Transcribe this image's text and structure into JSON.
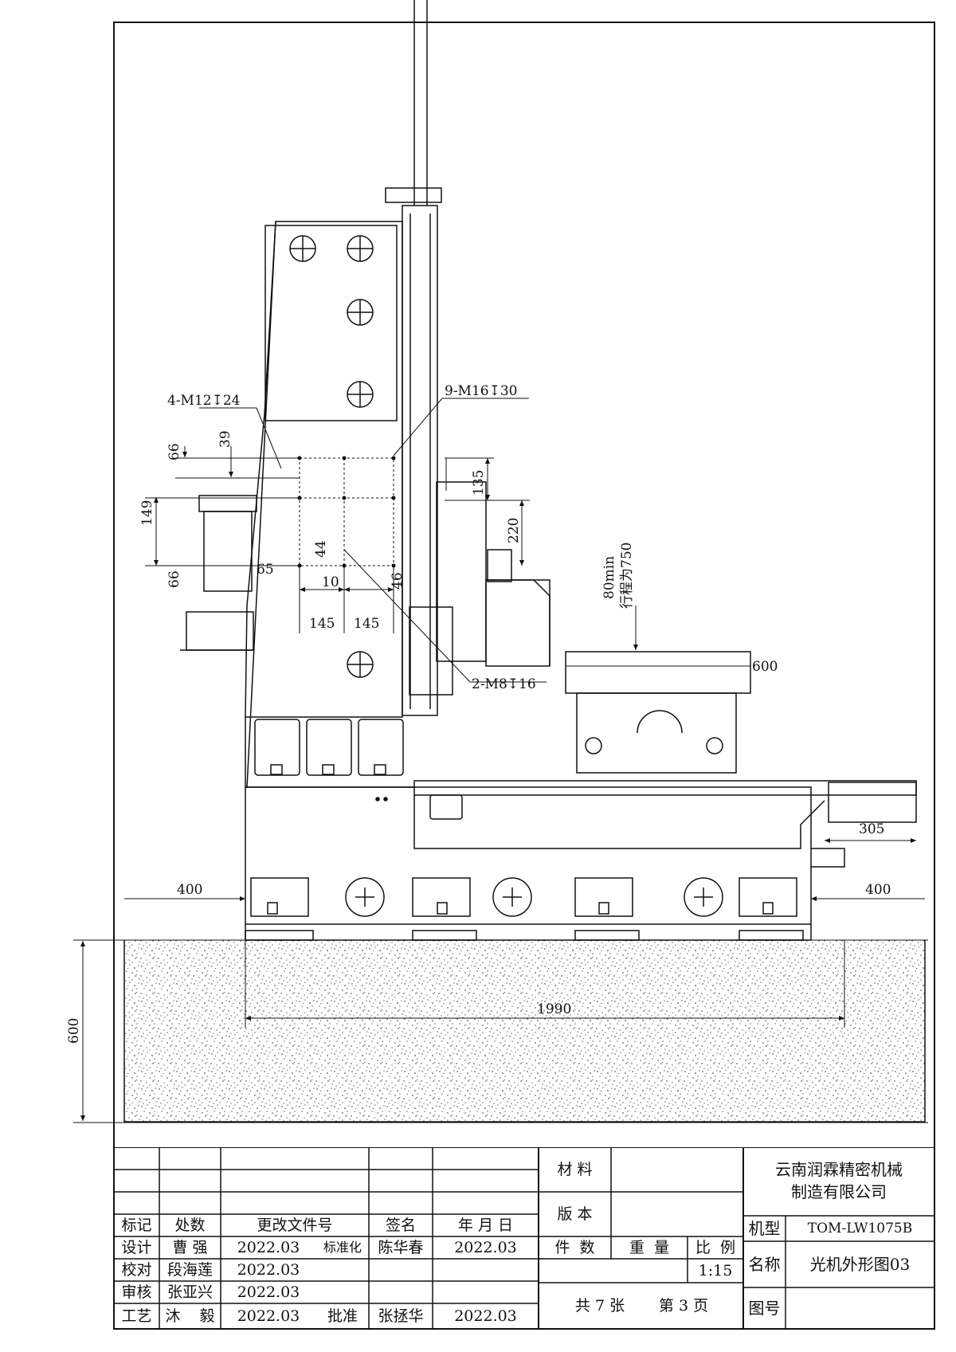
{
  "annotations": {
    "hole_4_m12": "4-M12↧24",
    "hole_9_m16": "9-M16↧30",
    "hole_2_m8": "2-M8↧16",
    "travel_min": "80min",
    "travel_stroke": "行程为750"
  },
  "dimensions": {
    "d66a": "66",
    "d39": "39",
    "d149": "149",
    "d66b": "66",
    "d65": "65",
    "d44": "44",
    "d10": "10",
    "d46": "46",
    "d145a": "145",
    "d145b": "145",
    "d135": "135",
    "d220": "220",
    "d600_table": "600",
    "d305": "305",
    "d400_left": "400",
    "d400_right": "400",
    "d1990": "1990",
    "d600_pit": "600"
  },
  "title_block": {
    "headers": {
      "mark": "标记",
      "count": "处数",
      "doc": "更改文件号",
      "sign": "签名",
      "date": "年 月 日"
    },
    "design_label": "设计",
    "design_name": "曹  强",
    "design_date": "2022.03",
    "std_label": "标准化",
    "std_name": "陈华春",
    "std_date": "2022.03",
    "check_label": "校对",
    "check_name": "段海莲",
    "check_date": "2022.03",
    "review_label": "审核",
    "review_name": "张亚兴",
    "review_date": "2022.03",
    "process_label": "工艺",
    "process_name": "沐    毅",
    "process_date": "2022.03",
    "approve_label": "批准",
    "approve_name": "张拯华",
    "approve_date": "2022.03",
    "material": "材 料",
    "version": "版 本",
    "pieces": "件  数",
    "weight": "重  量",
    "scale_label": "比  例",
    "scale_value": "1:15",
    "sheets": "共 7 张",
    "page": "第 3 页",
    "company_line1": "云南润霖精密机械",
    "company_line2": "制造有限公司",
    "model_label": "机型",
    "model_value": "TOM-LW1075B",
    "name_label": "名称",
    "name_value": "光机外形图03",
    "drawing_no_label": "图号"
  }
}
